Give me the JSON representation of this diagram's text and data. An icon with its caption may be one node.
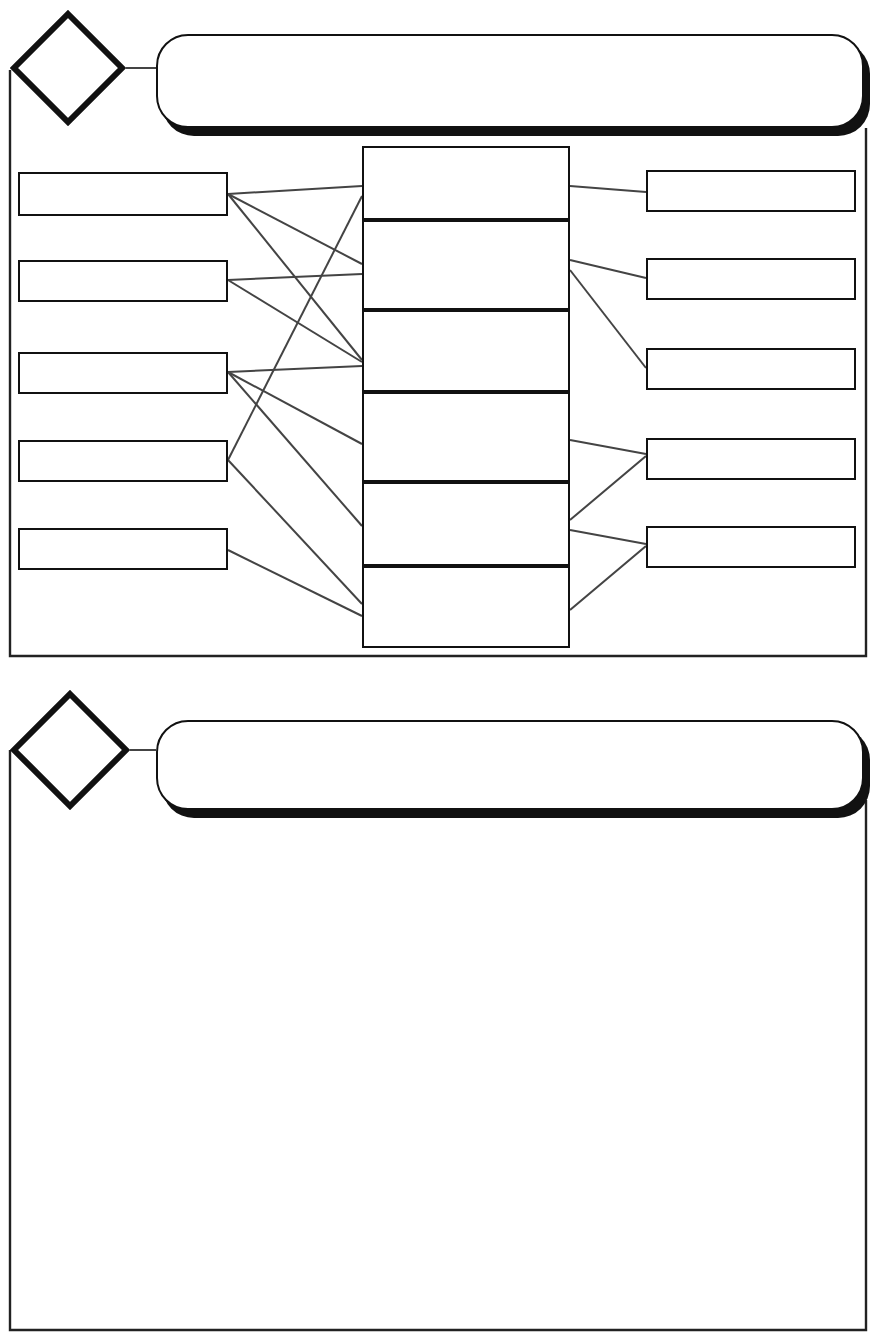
{
  "diagram": {
    "nodes": [
      {
        "text": [],
        "shape": "diamond"
      },
      {
        "text": [],
        "shape": "box"
      },
      {
        "text": [],
        "shape": "box"
      },
      {
        "text": [],
        "shape": "box"
      },
      {
        "text": [],
        "shape": "box"
      },
      {
        "text": [],
        "shape": "box"
      },
      {
        "text": [],
        "shape": "box"
      },
      {
        "text": [],
        "shape": "box"
      },
      {
        "text": [],
        "shape": "box"
      },
      {
        "text": [],
        "shape": "box"
      },
      {
        "text": [],
        "shape": "box"
      },
      {
        "text": [],
        "shape": "box"
      },
      {
        "text": [],
        "shape": "box"
      },
      {
        "text": [],
        "shape": "box"
      },
      {
        "text": [],
        "shape": "box"
      },
      {
        "text": [],
        "shape": "box"
      },
      {
        "text": [],
        "shape": "box"
      },
      {
        "text": [],
        "shape": "box"
      },
      {
        "text": [],
        "shape": "diamond"
      },
      {
        "text": [],
        "shape": "box"
      }
    ],
    "edges": [
      {
        "from": 0,
        "to": 1,
        "arrow": "none"
      },
      {
        "from": 2,
        "to": 7,
        "arrow": "none"
      },
      {
        "from": 2,
        "to": 8,
        "arrow": "none"
      },
      {
        "from": 2,
        "to": 9,
        "arrow": "none"
      },
      {
        "from": 3,
        "to": 8,
        "arrow": "none"
      },
      {
        "from": 3,
        "to": 9,
        "arrow": "none"
      },
      {
        "from": 4,
        "to": 9,
        "arrow": "none"
      },
      {
        "from": 4,
        "to": 10,
        "arrow": "none"
      },
      {
        "from": 4,
        "to": 11,
        "arrow": "none"
      },
      {
        "from": 5,
        "to": 7,
        "arrow": "none"
      },
      {
        "from": 5,
        "to": 12,
        "arrow": "none"
      },
      {
        "from": 6,
        "to": 12,
        "arrow": "none"
      },
      {
        "from": 7,
        "to": 13,
        "arrow": "none"
      },
      {
        "from": 8,
        "to": 14,
        "arrow": "none"
      },
      {
        "from": 8,
        "to": 15,
        "arrow": "none"
      },
      {
        "from": 10,
        "to": 16,
        "arrow": "none"
      },
      {
        "from": 11,
        "to": 16,
        "arrow": "none"
      },
      {
        "from": 11,
        "to": 17,
        "arrow": "none"
      },
      {
        "from": 12,
        "to": 17,
        "arrow": "none"
      },
      {
        "from": 18,
        "to": 19,
        "arrow": "none"
      }
    ]
  }
}
